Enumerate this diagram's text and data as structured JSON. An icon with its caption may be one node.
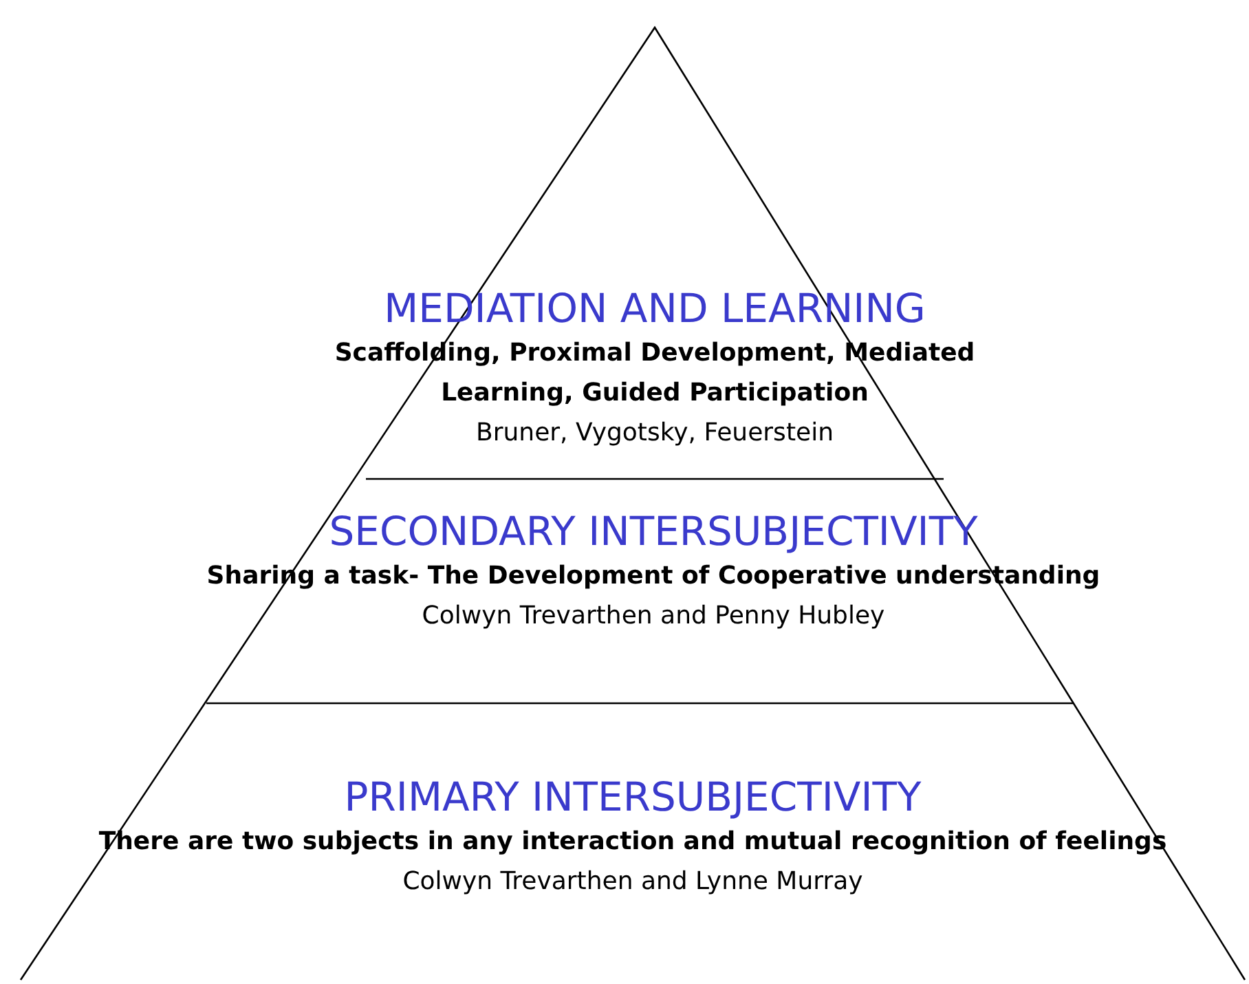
{
  "diagram": {
    "nodes": [
      {
        "text": [
          "MEDIATION AND LEARNING",
          "Scaffolding, Proximal Development, Mediated Learning, Guided Participation",
          "Bruner, Vygotsky, Feuerstein"
        ]
      },
      {
        "text": [
          "SECONDARY INTERSUBJECTIVITY",
          "Sharing a task- The Development of Cooperative understanding",
          "Colwyn Trevarthen and Penny Hubley"
        ]
      },
      {
        "text": [
          "PRIMARY INTERSUBJECTIVITY",
          "There are two subjects in any interaction and mutual recognition of feelings",
          "Colwyn Trevarthen and Lynne Murray"
        ]
      }
    ],
    "edges": []
  }
}
